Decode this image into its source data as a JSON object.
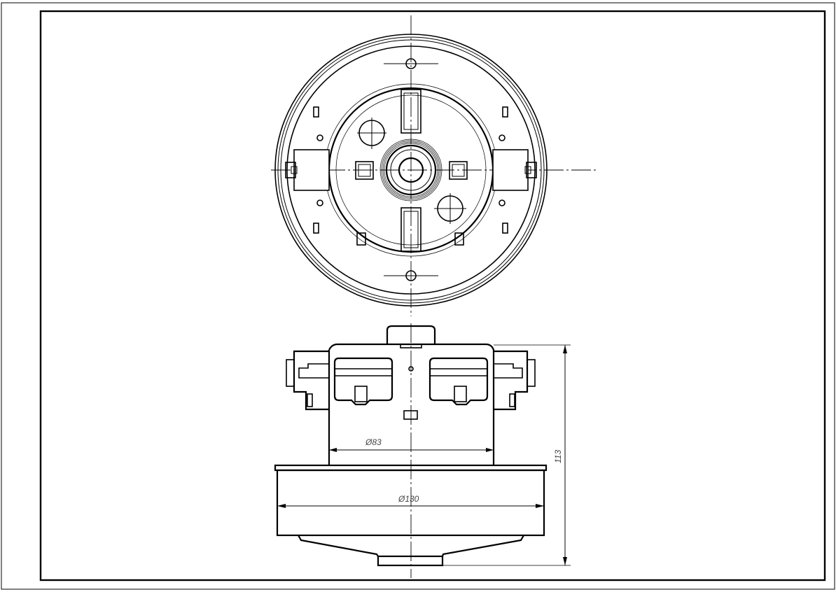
{
  "drawing": {
    "type": "technical-drawing",
    "subject": "motor-assembly",
    "views": [
      "top-view",
      "side-view"
    ],
    "colors": {
      "line": "#000000",
      "dimension_text": "#444444",
      "background": "#ffffff"
    }
  },
  "dimensions": {
    "inner_diameter": {
      "label": "Ø83",
      "value": 83
    },
    "outer_diameter": {
      "label": "Ø130",
      "value": 130
    },
    "height": {
      "label": "113",
      "value": 113
    }
  }
}
